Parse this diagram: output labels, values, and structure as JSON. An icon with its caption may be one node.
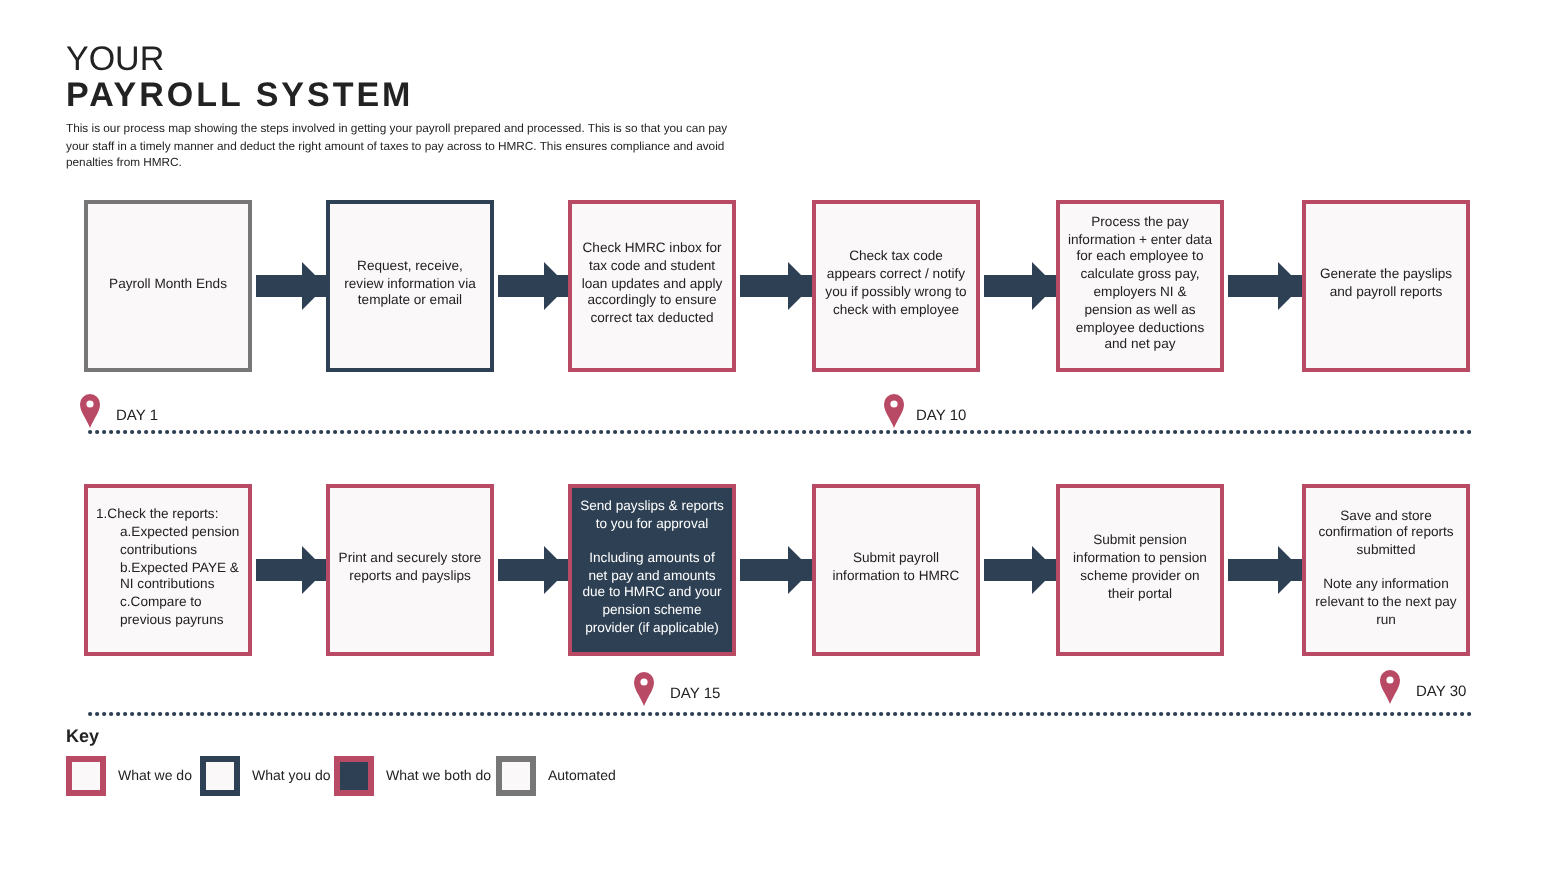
{
  "diagram": {
    "title": "PAYROLL SYSTEM",
    "nodes": [
      {
        "text": [
          "Payroll Month Ends"
        ]
      },
      {
        "text": [
          "Request, receive, review information via template or email"
        ]
      },
      {
        "text": [
          "Check HMRC inbox for tax code and student loan updates and apply accordingly to ensure correct tax deducted"
        ]
      },
      {
        "text": [
          "Check tax code appears correct / notify you if possibly wrong to check with employee"
        ]
      },
      {
        "text": [
          "Process the pay information + enter data for each employee to calculate gross pay, employers NI & pension as well as employee deductions and net pay"
        ]
      },
      {
        "text": [
          "Generate the payslips and payroll reports"
        ]
      },
      {
        "text": [
          "1.Check the reports:",
          "a.Expected pension contributions",
          "b.Expected PAYE & NI contributions",
          "c.Compare to previous payruns"
        ]
      },
      {
        "text": [
          "Print and securely store reports and payslips"
        ]
      },
      {
        "text": [
          "Send payslips & reports to you for approval",
          "Including amounts of net pay and amounts due to HMRC and your pension scheme provider (if applicable)"
        ]
      },
      {
        "text": [
          "Submit payroll information to HMRC"
        ]
      },
      {
        "text": [
          "Submit pension information to pension scheme provider on their portal"
        ]
      },
      {
        "text": [
          "Save and store confirmation of reports submitted",
          "Note any information relevant to the next pay run"
        ]
      }
    ],
    "edges": [
      {
        "from": 0,
        "to": 1,
        "arrow": "to"
      },
      {
        "from": 1,
        "to": 2,
        "arrow": "to"
      },
      {
        "from": 2,
        "to": 3,
        "arrow": "to"
      },
      {
        "from": 3,
        "to": 4,
        "arrow": "to"
      },
      {
        "from": 4,
        "to": 5,
        "arrow": "to"
      },
      {
        "from": 6,
        "to": 7,
        "arrow": "to"
      },
      {
        "from": 7,
        "to": 8,
        "arrow": "to"
      },
      {
        "from": 8,
        "to": 9,
        "arrow": "to"
      },
      {
        "from": 9,
        "to": 10,
        "arrow": "to"
      },
      {
        "from": 10,
        "to": 11,
        "arrow": "to"
      }
    ],
    "labels": [
      "YOUR",
      "This is our process map showing the steps involved in getting your payroll prepared and processed. This is so that you can pay your staff in a timely manner and deduct the right amount of taxes to pay across to HMRC. This ensures compliance and avoid penalties from HMRC.",
      "DAY 1",
      "DAY 10",
      "DAY 15",
      "DAY 30",
      "Key"
    ],
    "legend": [
      {
        "text": "What we do"
      },
      {
        "text": "What you do"
      },
      {
        "text": "What we both do"
      },
      {
        "text": "Automated"
      }
    ]
  }
}
